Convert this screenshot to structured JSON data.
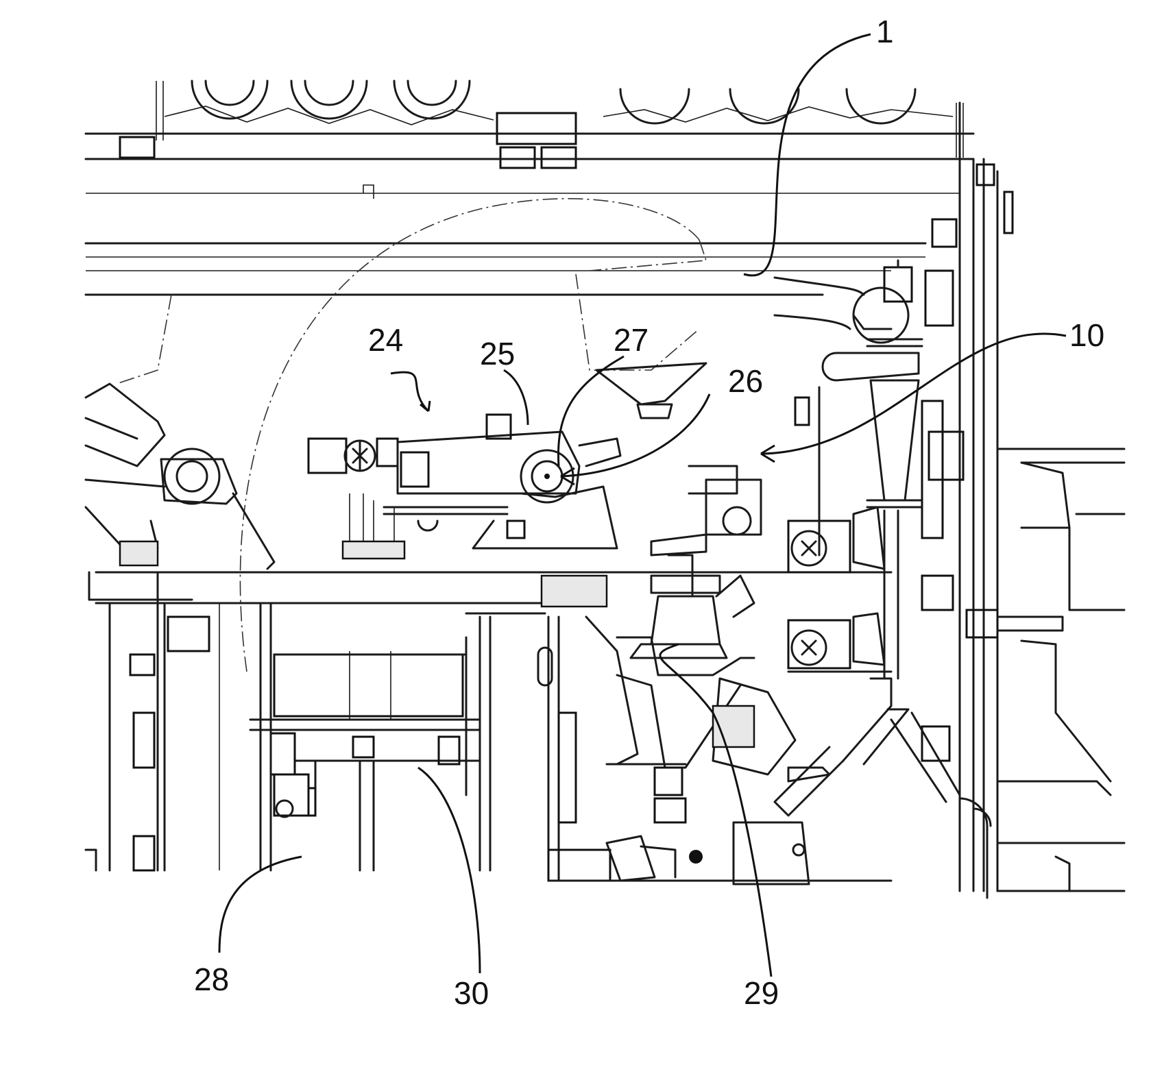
{
  "reference_numerals": {
    "n1": "1",
    "n10": "10",
    "n24": "24",
    "n25": "25",
    "n26": "26",
    "n27": "27",
    "n28": "28",
    "n29": "29",
    "n30": "30"
  }
}
